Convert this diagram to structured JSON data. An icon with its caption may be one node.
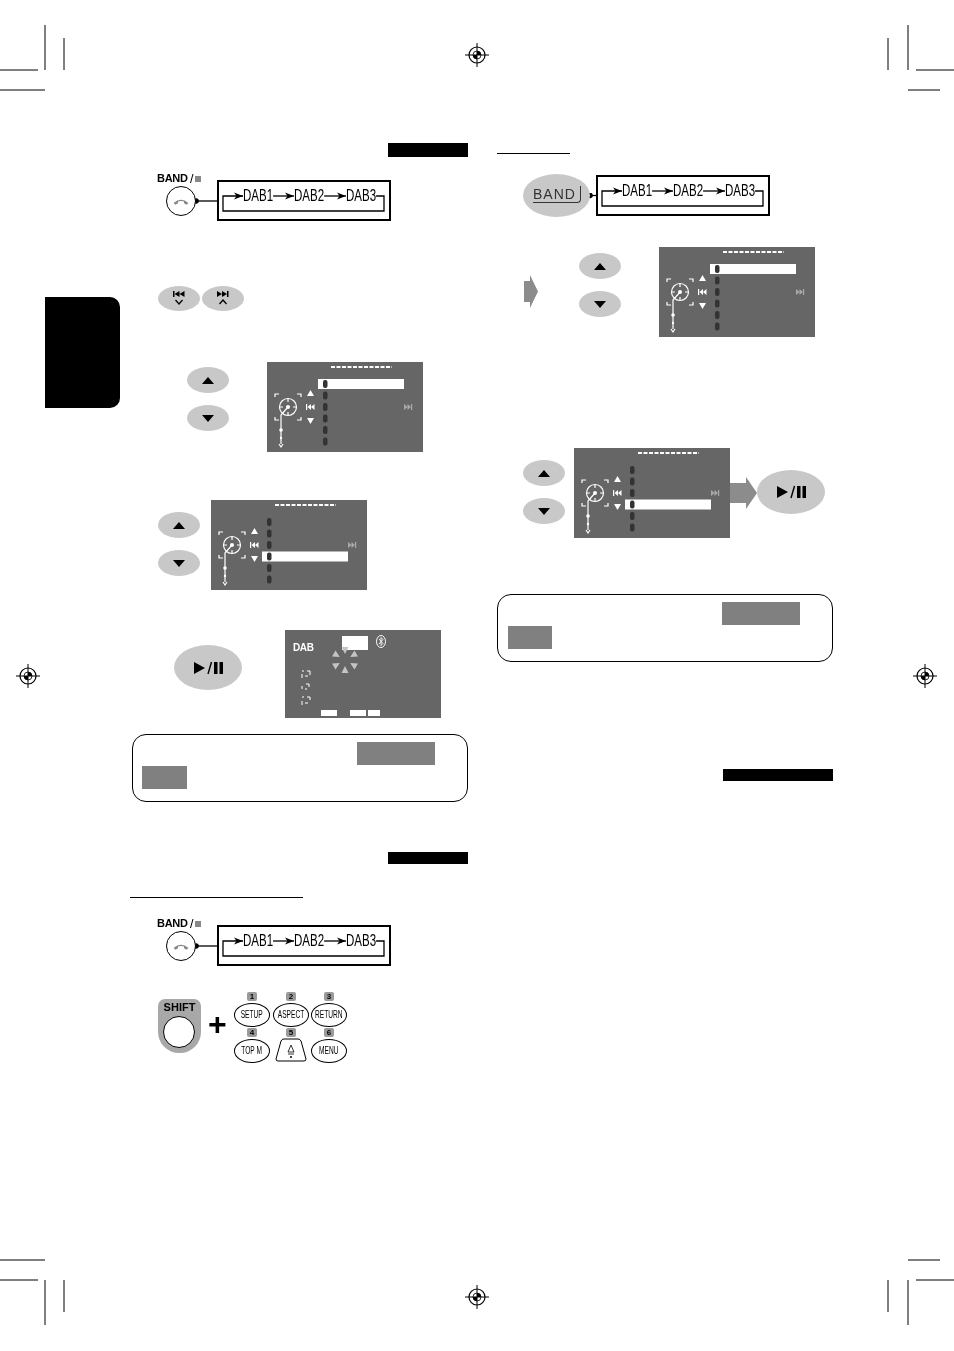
{
  "diagram": {
    "nodes": [
      {
        "text": [],
        "shape": "bar"
      },
      {
        "text": [
          "BAND"
        ]
      },
      {
        "text": [],
        "shape": "box"
      },
      {
        "text": [
          "DAB1"
        ],
        "in": 2
      },
      {
        "text": [
          "DAB2"
        ],
        "in": 2
      },
      {
        "text": [
          "DAB3"
        ],
        "in": 2
      },
      {
        "text": [],
        "shape": "box"
      },
      {
        "text": [],
        "shape": "picture"
      },
      {
        "text": [],
        "shape": "picture"
      },
      {
        "text": [],
        "shape": "ellipse"
      },
      {
        "text": [
          "DAB"
        ]
      },
      {
        "text": [],
        "shape": "box"
      },
      {
        "text": [],
        "shape": "bar",
        "in": 11
      },
      {
        "text": [],
        "shape": "bar",
        "in": 11
      },
      {
        "text": [],
        "shape": "bar"
      },
      {
        "text": [
          "BAND"
        ]
      },
      {
        "text": [],
        "shape": "box"
      },
      {
        "text": [
          "DAB1"
        ],
        "in": 16
      },
      {
        "text": [
          "DAB2"
        ],
        "in": 16
      },
      {
        "text": [
          "DAB3"
        ],
        "in": 16
      },
      {
        "text": [
          "SHIFT"
        ]
      },
      {
        "text": [
          "1",
          "SETUP"
        ]
      },
      {
        "text": [
          "2",
          "ASPECT"
        ]
      },
      {
        "text": [
          "3",
          "RETURN"
        ]
      },
      {
        "text": [
          "4",
          "TOP M"
        ]
      },
      {
        "text": [
          "5"
        ]
      },
      {
        "text": [
          "6",
          "MENU"
        ]
      },
      {
        "text": [
          "BAND"
        ]
      },
      {
        "text": [],
        "shape": "box"
      },
      {
        "text": [
          "DAB1"
        ],
        "in": 28
      },
      {
        "text": [
          "DAB2"
        ],
        "in": 28
      },
      {
        "text": [
          "DAB3"
        ],
        "in": 28
      },
      {
        "text": [],
        "shape": "picture"
      },
      {
        "text": [],
        "shape": "picture"
      },
      {
        "text": [],
        "shape": "ellipse"
      },
      {
        "text": [],
        "shape": "box"
      },
      {
        "text": [],
        "shape": "bar",
        "in": 35
      },
      {
        "text": [],
        "shape": "bar",
        "in": 35
      },
      {
        "text": [],
        "shape": "bar"
      }
    ],
    "edges": [
      {
        "from": 1,
        "to": 2,
        "arrow": "other"
      },
      {
        "from": 3,
        "to": 4,
        "arrow": "to"
      },
      {
        "from": 4,
        "to": 5,
        "arrow": "to"
      },
      {
        "from": 5,
        "to": 3,
        "arrow": "to"
      },
      {
        "from": 15,
        "to": 16,
        "arrow": "other"
      },
      {
        "from": 17,
        "to": 18,
        "arrow": "to"
      },
      {
        "from": 18,
        "to": 19,
        "arrow": "to"
      },
      {
        "from": 19,
        "to": 17,
        "arrow": "to"
      },
      {
        "from": 27,
        "to": 28,
        "arrow": "other"
      },
      {
        "from": 29,
        "to": 30,
        "arrow": "to"
      },
      {
        "from": 30,
        "to": 31,
        "arrow": "to"
      },
      {
        "from": 31,
        "to": 29,
        "arrow": "to"
      },
      {
        "from": 33,
        "to": 34,
        "arrow": "to",
        "style": "thick",
        "color": "#8c8c8c"
      }
    ],
    "labels": [
      "+"
    ]
  }
}
